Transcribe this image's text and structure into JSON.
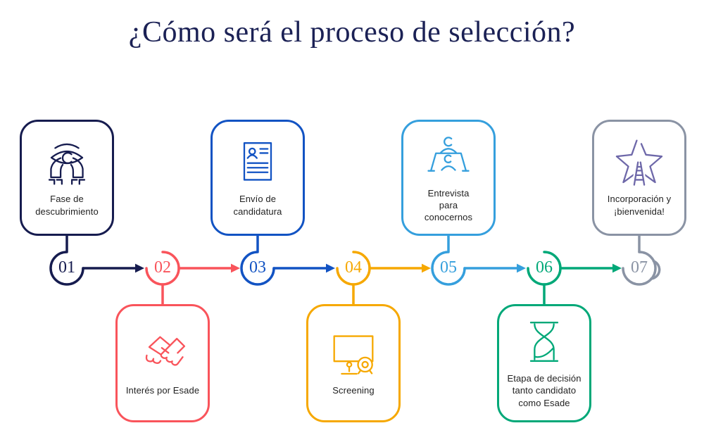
{
  "title": "¿Cómo será el proceso de selección?",
  "title_color": "#1b2155",
  "label_color": "#222222",
  "steps": [
    {
      "number": "01",
      "label": "Fase de descubrimiento",
      "color": "#161c4f",
      "icon": "discovery-hands-eye-icon",
      "card_position": "above"
    },
    {
      "number": "02",
      "label": "Interés por Esade",
      "color": "#f9545b",
      "icon": "handshake-icon",
      "card_position": "below"
    },
    {
      "number": "03",
      "label": "Envío de candidatura",
      "color": "#1253c3",
      "icon": "cv-document-icon",
      "card_position": "above"
    },
    {
      "number": "04",
      "label": "Screening",
      "color": "#f6a800",
      "icon": "screening-monitor-webcam-icon",
      "card_position": "below"
    },
    {
      "number": "05",
      "label": "Entrevista para conocernos",
      "color": "#359fdd",
      "icon": "interview-table-icon",
      "card_position": "above"
    },
    {
      "number": "06",
      "label": "Etapa de decisión tanto candidato como Esade",
      "color": "#00a878",
      "icon": "hourglass-icon",
      "card_position": "below"
    },
    {
      "number": "07",
      "label": "Incorporación y ¡bienvenida!",
      "color": "#8a93a4",
      "icon_color": "#6e68a9",
      "icon": "star-ladder-icon",
      "card_position": "above"
    }
  ]
}
